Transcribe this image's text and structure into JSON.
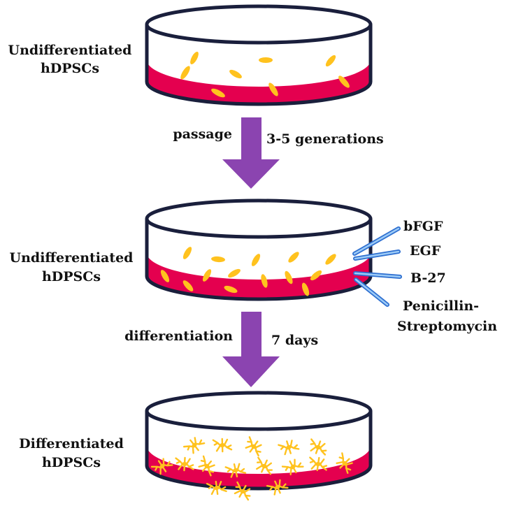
{
  "colors": {
    "medium": "#E4004F",
    "cell": "#FFC21E",
    "dish_rim": "#1A1F3C",
    "arrow": "#8B44B0",
    "supplement_line": "#5EA0E6",
    "text": "#111111"
  },
  "stages": [
    {
      "label_line1": "Undifferentiated",
      "label_line2": "hDPSCs",
      "cell_type": "undifferentiated-sparse"
    },
    {
      "label_line1": "Undifferentiated",
      "label_line2": "hDPSCs",
      "cell_type": "undifferentiated-dense"
    },
    {
      "label_line1": "Differentiated",
      "label_line2": "hDPSCs",
      "cell_type": "differentiated"
    }
  ],
  "steps": [
    {
      "left_text": "passage",
      "right_text": "3-5 generations"
    },
    {
      "left_text": "differentiation",
      "right_text": "7 days"
    }
  ],
  "supplements": {
    "items": [
      "bFGF",
      "EGF",
      "B-27",
      "Penicillin-"
    ],
    "items_continuation": "Streptomycin"
  }
}
